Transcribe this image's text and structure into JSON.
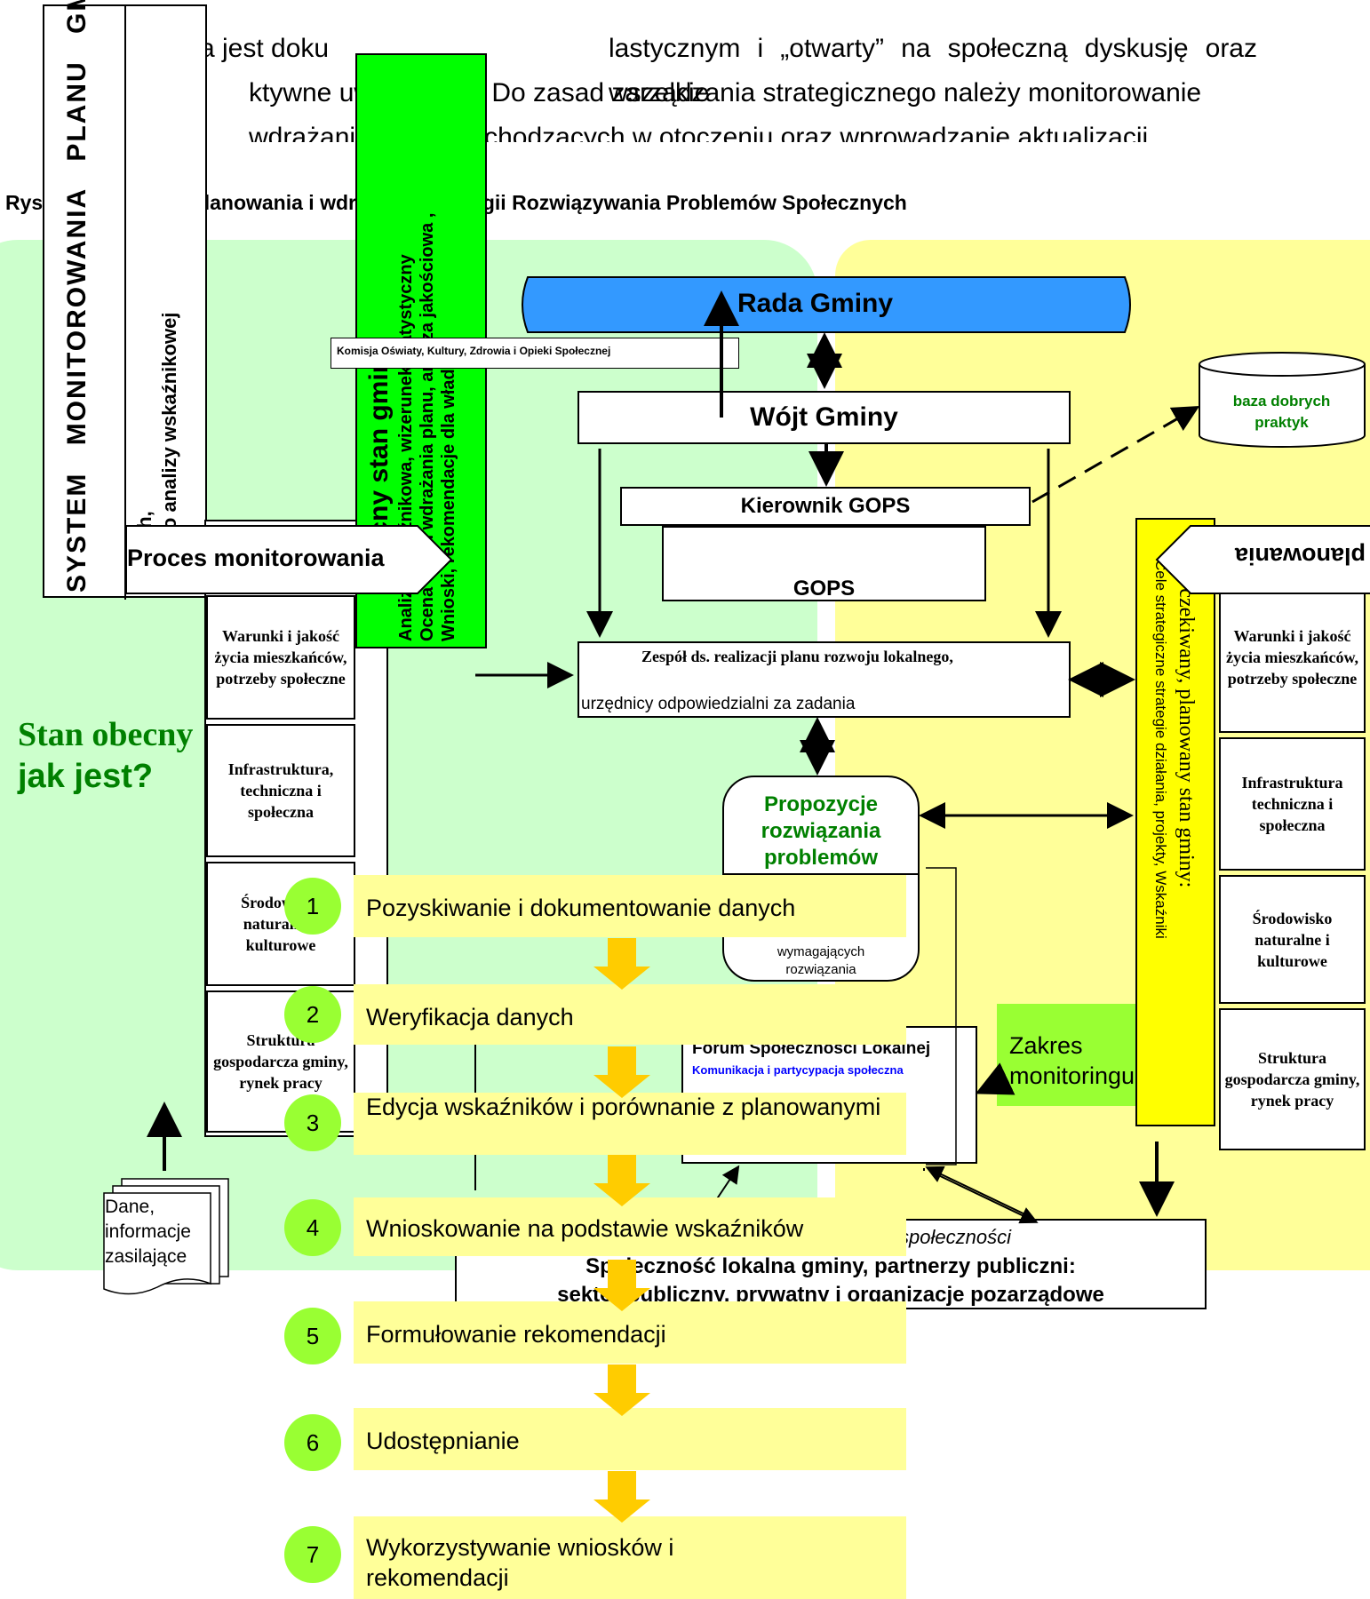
{
  "paragraph": {
    "line1_a": "a jest doku",
    "line1_b": "lastycznym i „otwarty” na społeczną dyskusję oraz wszelkie",
    "line2_a": "ktywne uwag",
    "line2_b": "i. Do zasad zarządzania strategicznego należy monitorowanie",
    "line3": "wdrażania zmian zachodzących w otoczeniu oraz wprowadzanie aktualizacji"
  },
  "figure_caption": "Rysunek 1 System planowania i wdrażania Strategii Rozwiązywania Problemów Społecznych",
  "left_vertical": {
    "system_title": "SYSTEM MONITOROWANIA PLANU GMINY",
    "sub_line1": "B anych,",
    "sub_line2": "N zie do analizy wskaźnikowej"
  },
  "green_column": {
    "title": "Obecny stan gminy",
    "line1": "Analiza wskaźnikowa, wizerunek statystyczny",
    "line2": "Ocena stanu wdrażania planu, analiza jakościowa ,",
    "line3": "Wnioski, rekomendacje dla władz"
  },
  "proces_monitorowania": "Proces monitorowania",
  "proces_planowania": "Proces planowania",
  "rada_gminy": "Rada Gminy",
  "komisja": "Komisja Oświaty, Kultury, Zdrowia  i Opieki Społecznej",
  "wojt_gminy": "Wójt Gminy",
  "baza": "baza dobrych praktyk",
  "kierownik_gops": "Kierownik GOPS",
  "gops": "GOPS",
  "zespol": {
    "line1": "Zespół ds. realizacji planu rozwoju lokalnego,",
    "line2": "urzędnicy odpowiedzialni za zadania"
  },
  "stan_obecny": {
    "line1": "Stan obecny",
    "line2": "jak jest?"
  },
  "left_cells": [
    "Warunki i jakość życia mieszkańców, potrzeby społeczne",
    "Infrastruktura, techniczna i społeczna",
    "Środowisko naturalne i kulturowe",
    "Struktura gospodarcza gminy, rynek pracy"
  ],
  "right_cells": [
    "Warunki i jakość życia mieszkańców, potrzeby społeczne",
    "Infrastruktura techniczna i społeczna",
    "Środowisko naturalne i kulturowe",
    "Struktura gospodarcza gminy, rynek pracy"
  ],
  "oczekiwany": {
    "title": "Oczekiwany, planowany stan gminy:",
    "subtitle": "Cele strategiczne strategie działania, projekty, Wskaźniki"
  },
  "propozycje": {
    "title": "Propozycje rozwiązania problemów",
    "sub": "wymagających rozwiązania"
  },
  "forum": {
    "title": "Forum Społeczności Lokalnej",
    "subtitle": "Komunikacja i  partycypacja społeczna"
  },
  "zakres": "Zakres monitoringu",
  "dane": "Dane, informacje zasilające",
  "spolecznosc": {
    "line0": "społeczności",
    "line1": "Społeczność lokalna gminy, partnerzy publiczni:",
    "line2": "sektor publiczny, prywatny i organizacje pozarządowe"
  },
  "steps": [
    {
      "num": "1",
      "label": "Pozyskiwanie i dokumentowanie danych"
    },
    {
      "num": "2",
      "label": "Weryfikacja  danych"
    },
    {
      "num": "3",
      "label": "Edycja wskaźników i porównanie z planowanymi"
    },
    {
      "num": "4",
      "label": "Wnioskowanie na podstawie wskaźników"
    },
    {
      "num": "5",
      "label": "Formułowanie rekomendacji"
    },
    {
      "num": "6",
      "label": "Udostępnianie"
    },
    {
      "num": "7",
      "label": "Wykorzystywanie wniosków i rekomendacji"
    }
  ],
  "colors": {
    "green_panel": "#ccffcc",
    "yellow_panel": "#ffff99",
    "bright_green": "#00ff00",
    "step_green": "#99ff33",
    "arrow_gold": "#ffcc00",
    "rada_blue": "#3399ff",
    "title_green": "#008000",
    "forum_blue": "#0000ff",
    "oczekiwany_yellow": "#ffff00"
  }
}
